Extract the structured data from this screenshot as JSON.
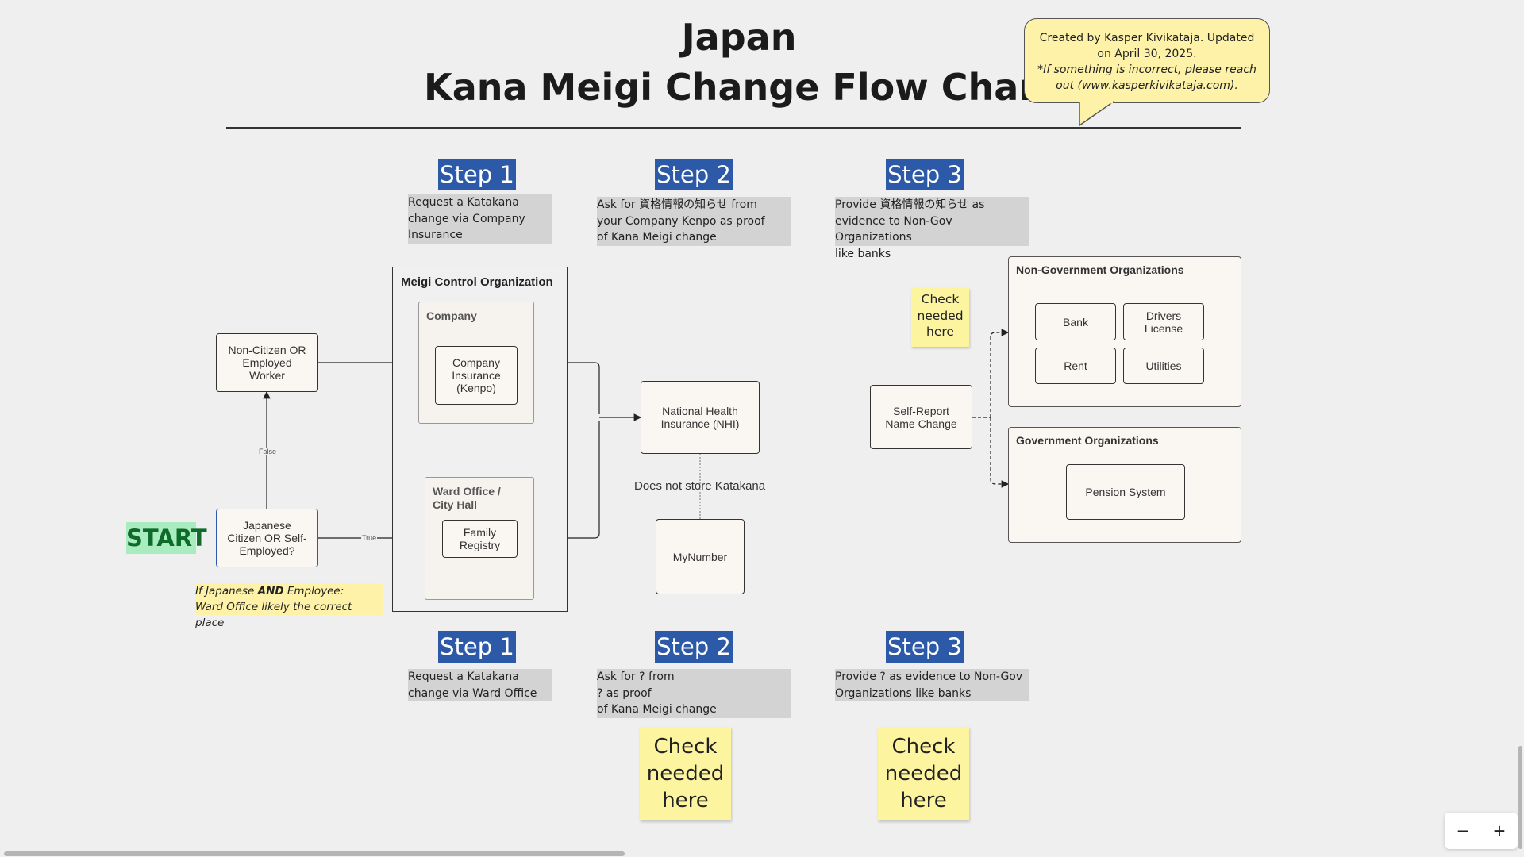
{
  "title": {
    "line1": "Japan",
    "line2": "Kana Meigi Change Flow Chart"
  },
  "credit": {
    "line1": "Created by Kasper Kivikataja. Updated on April 30, 2025.",
    "line2": "*If something is incorrect, please reach out (www.kasperkivikataja.com)."
  },
  "top_steps": [
    {
      "badge": "Step 1",
      "desc": "Request a Katakana\nchange via Company\nInsurance"
    },
    {
      "badge": "Step 2",
      "desc": "Ask for 資格情報の知らせ from\nyour Company Kenpo as proof\nof Kana Meigi change"
    },
    {
      "badge": "Step 3",
      "desc": "Provide 資格情報の知らせ as\nevidence to Non-Gov Organizations\nlike banks"
    }
  ],
  "bottom_steps": [
    {
      "badge": "Step 1",
      "desc": "Request a Katakana\nchange via Ward Office"
    },
    {
      "badge": "Step 2",
      "desc": "Ask for ? from\n? as proof\nof Kana Meigi change"
    },
    {
      "badge": "Step 3",
      "desc": "Provide ? as evidence to Non-Gov\nOrganizations like banks"
    }
  ],
  "start_label": "START",
  "nodes": {
    "non_citizen": "Non-Citizen OR\nEmployed\nWorker",
    "japanese": "Japanese\nCitizen OR Self-\nEmployed?",
    "meigi_control": "Meigi Control Organization",
    "company": "Company",
    "kenpo": "Company\nInsurance\n(Kenpo)",
    "ward_office": "Ward Office /\nCity Hall",
    "family_registry": "Family\nRegistry",
    "nhi": "National Health\nInsurance (NHI)",
    "mynumber": "MyNumber",
    "self_report": "Self-Report\nName Change",
    "non_gov": "Non-Government Organizations",
    "bank": "Bank",
    "drivers_license": "Drivers\nLicense",
    "rent": "Rent",
    "utilities": "Utilities",
    "gov": "Government Organizations",
    "pension": "Pension System"
  },
  "edge_labels": {
    "false": "False",
    "true": "True",
    "katakana": "Does not store Katakana"
  },
  "note": {
    "prefix": "If Japanese ",
    "bold": "AND",
    "suffix": " Employee:",
    "line2": "Ward Office likely the correct place"
  },
  "stickies": {
    "top": "Check\nneeded\nhere",
    "bottom1": "Check\nneeded\nhere",
    "bottom2": "Check\nneeded\nhere"
  },
  "zoom": {
    "minus": "−",
    "plus": "+"
  },
  "colors": {
    "step_blue": "#2c5aa8",
    "start_green": "#0f6b2a",
    "sticky_yellow": "#fdf4a0"
  }
}
